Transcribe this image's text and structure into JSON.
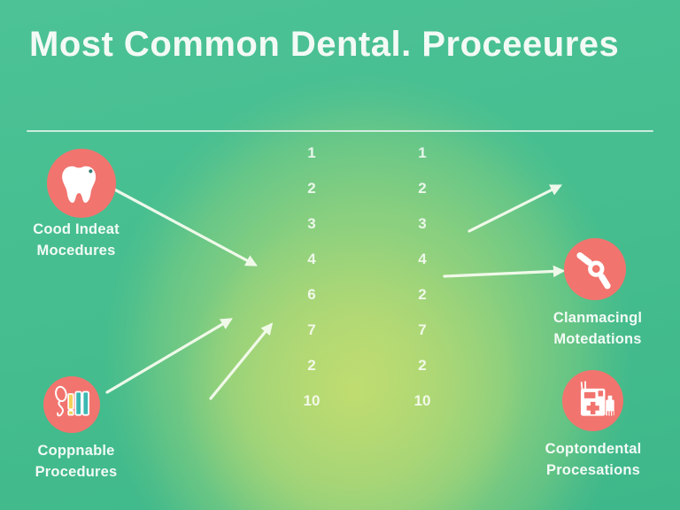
{
  "title": "Most Common Dental. Proceeures",
  "palette": {
    "background_teal": "#45BD8E",
    "glow_green": "#A9D97C",
    "glow_yellow": "#CCE06E",
    "icon_circle_coral": "#F2746E",
    "icon_glyph_white": "#FFFFFF",
    "bar_yellow": "#F2D25C",
    "bar_teal": "#3CB8B2",
    "text_white": "#F3FAF5",
    "divider": "#EEF8F3",
    "arrow": "#F6FCEF"
  },
  "nodes": [
    {
      "id": "top-left",
      "icon": "tooth-icon",
      "label_line1": "Cood Indeat",
      "label_line2": "Mocedures"
    },
    {
      "id": "bottom-left",
      "icon": "toothbrush-icon",
      "label_line1": "Coppnable",
      "label_line2": "Procedures"
    },
    {
      "id": "middle-right",
      "icon": "dental-tool-icon",
      "label_line1": "Clanmacingl",
      "label_line2": "Motedations"
    },
    {
      "id": "bottom-right",
      "icon": "first-aid-kit-icon",
      "label_line1": "Coptondental",
      "label_line2": "Procesations"
    }
  ],
  "numbers": {
    "left": [
      "1",
      "2",
      "3",
      "4",
      "6",
      "7",
      "2",
      "10"
    ],
    "right": [
      "1",
      "2",
      "3",
      "4",
      "2",
      "7",
      "2",
      "10"
    ]
  }
}
